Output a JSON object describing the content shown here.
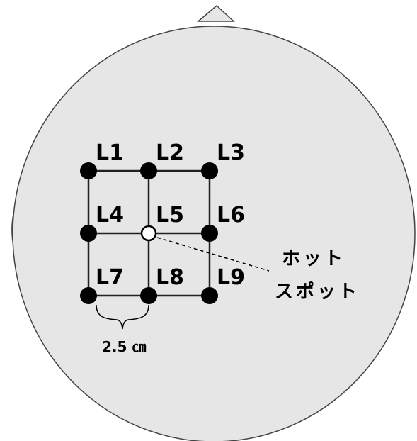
{
  "electrodes": [
    {
      "id": "L1",
      "label": "L1",
      "row": 0,
      "col": 0,
      "style": "filled"
    },
    {
      "id": "L2",
      "label": "L2",
      "row": 0,
      "col": 1,
      "style": "filled"
    },
    {
      "id": "L3",
      "label": "L3",
      "row": 0,
      "col": 2,
      "style": "filled"
    },
    {
      "id": "L4",
      "label": "L4",
      "row": 1,
      "col": 0,
      "style": "filled"
    },
    {
      "id": "L5",
      "label": "L5",
      "row": 1,
      "col": 1,
      "style": "open"
    },
    {
      "id": "L6",
      "label": "L6",
      "row": 1,
      "col": 2,
      "style": "filled"
    },
    {
      "id": "L7",
      "label": "L7",
      "row": 2,
      "col": 0,
      "style": "filled"
    },
    {
      "id": "L8",
      "label": "L8",
      "row": 2,
      "col": 1,
      "style": "filled"
    },
    {
      "id": "L9",
      "label": "L9",
      "row": 2,
      "col": 2,
      "style": "filled"
    }
  ],
  "hotspot": {
    "line1": "ホット",
    "line2": "スポット",
    "points_to": "L5"
  },
  "spacing": {
    "label": "2.5 ㎝"
  },
  "colors": {
    "head_fill": "#e6e6e6",
    "outline": "#444444",
    "electrode": "#000000",
    "hotspot_fill": "#ffffff"
  }
}
